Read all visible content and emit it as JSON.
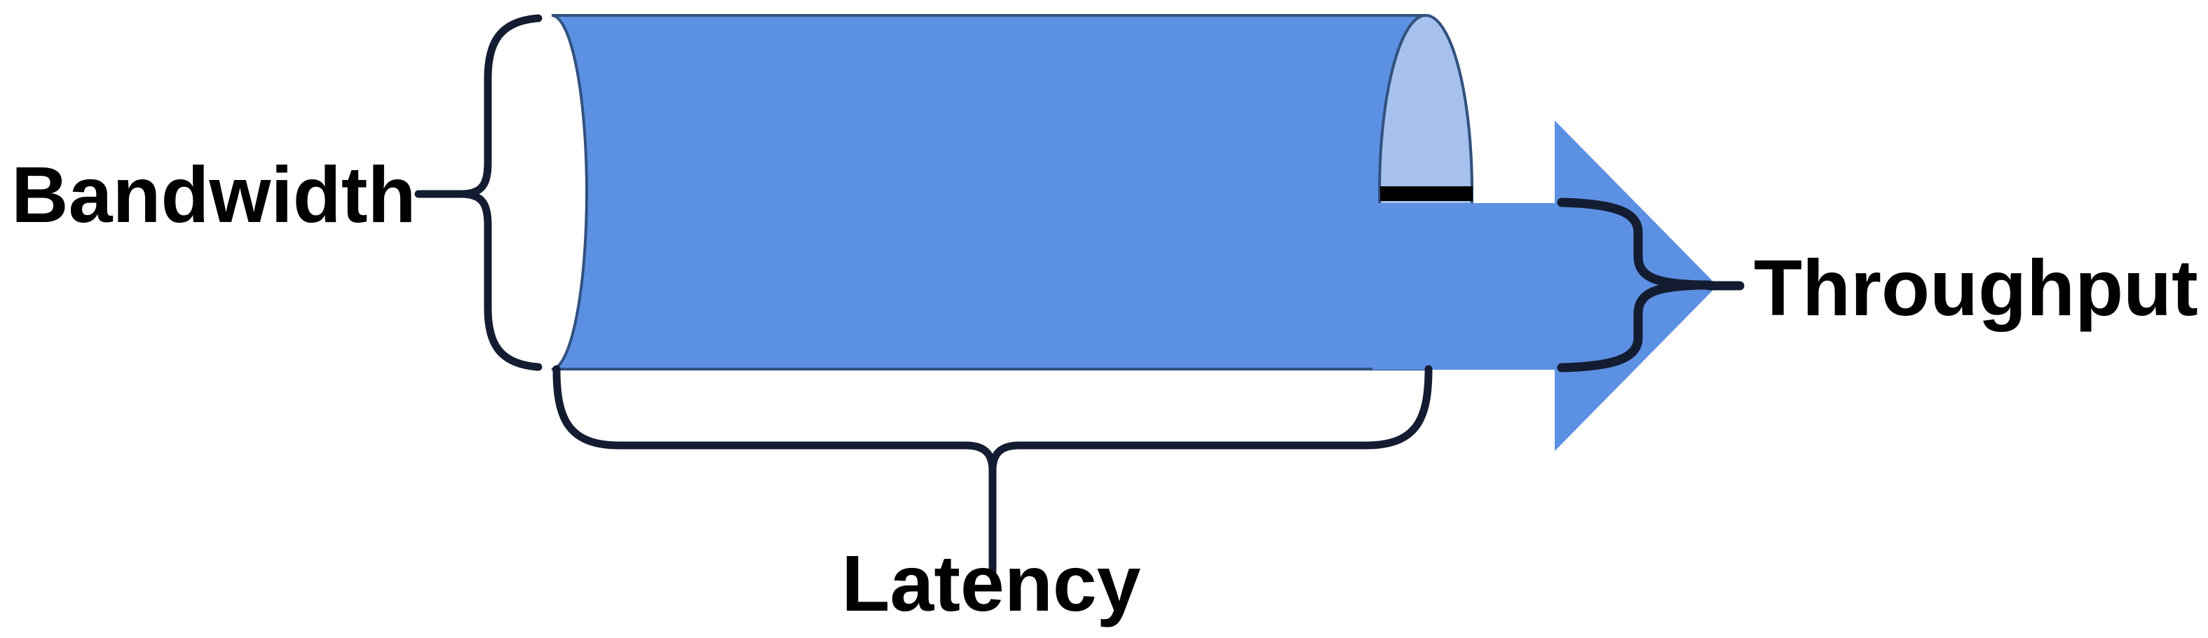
{
  "diagram": {
    "title": "network-pipe-bandwidth-latency-throughput",
    "labels": {
      "bandwidth": "Bandwidth",
      "latency": "Latency",
      "throughput": "Throughput"
    },
    "colors": {
      "background": "#ffffff",
      "pipe_body": "#5c90e2",
      "pipe_end_cap": "#a6c1ee",
      "pipe_outline": "#31517f",
      "arrow": "#5c90e2",
      "brace": "#141c31",
      "marker_bar": "#000000",
      "label_text": "#000000"
    }
  }
}
